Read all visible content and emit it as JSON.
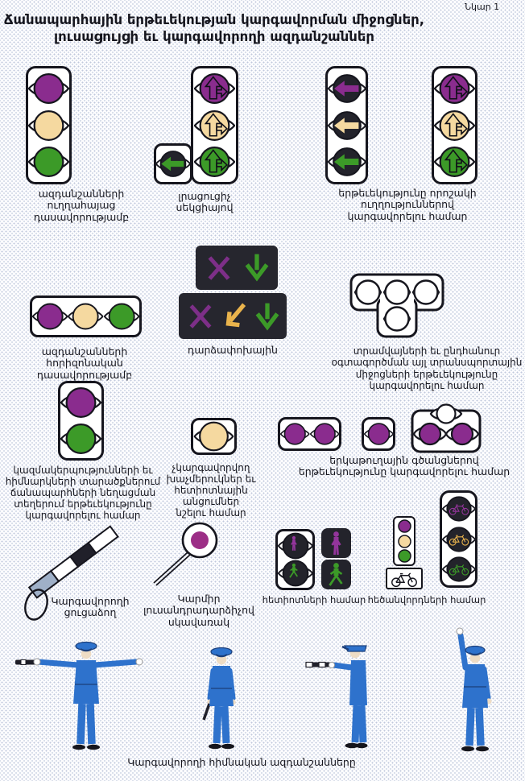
{
  "figure_label": "Նկար 1",
  "title": "Ճանապարհային երթեւեկության կարգավորման միջոցներ,\nլուսացույցի եւ կարգավորողի ազդանշաններ",
  "captions": {
    "vertical_signals": "ազդանշանների\nուղղահայաց\nդասավորությամբ",
    "additional_section": "լրացուցիչ\nսեկցիայով",
    "directional": "երթեւեկությունը որոշակի\nուղղություններով\nկարգավորելու համար",
    "horizontal_signals": "ազդանշանների\nհորիզոնական\nդասավորությամբ",
    "reversible": "դարձափոխային",
    "tram": "տրամվայների եւ ընդհանուր\nօգտագործման այլ տրանսպորտային\nմիջոցների երթեւեկությունը\nկարգավորելու համար",
    "narrowing": "կազմակերպությունների եւ\nհիմնարկների տարածքներում\nճանապարհների նեղացման\nտեղերում երթեւեկությունը\nկարգավորելու համար",
    "unregulated_crossings": "չկարգավորվող\nխաչմերուկներ եւ\nհետիոտնային\nանցումներ\nնշելու համար",
    "railway": "երկաթուղային գծանցներով\nերթեւեկությունը կարգավորելու համար",
    "baton": "Կարգավորողի\nցուցաձող",
    "disc": "Կարմիր\nլուսանդրադարձիչով\nսկավառակ",
    "pedestrians": "հետիոտների համար",
    "cyclists": "հեծանվորդների համար",
    "controller": "Կարգավորողի հիմնական ազդանշանները"
  },
  "colors": {
    "signal_red": "#8a2c8e",
    "signal_yellow": "#f5d9a0",
    "signal_green": "#3c9a28",
    "housing_dark": "#23232b",
    "uniform_blue": "#2e72cc"
  }
}
